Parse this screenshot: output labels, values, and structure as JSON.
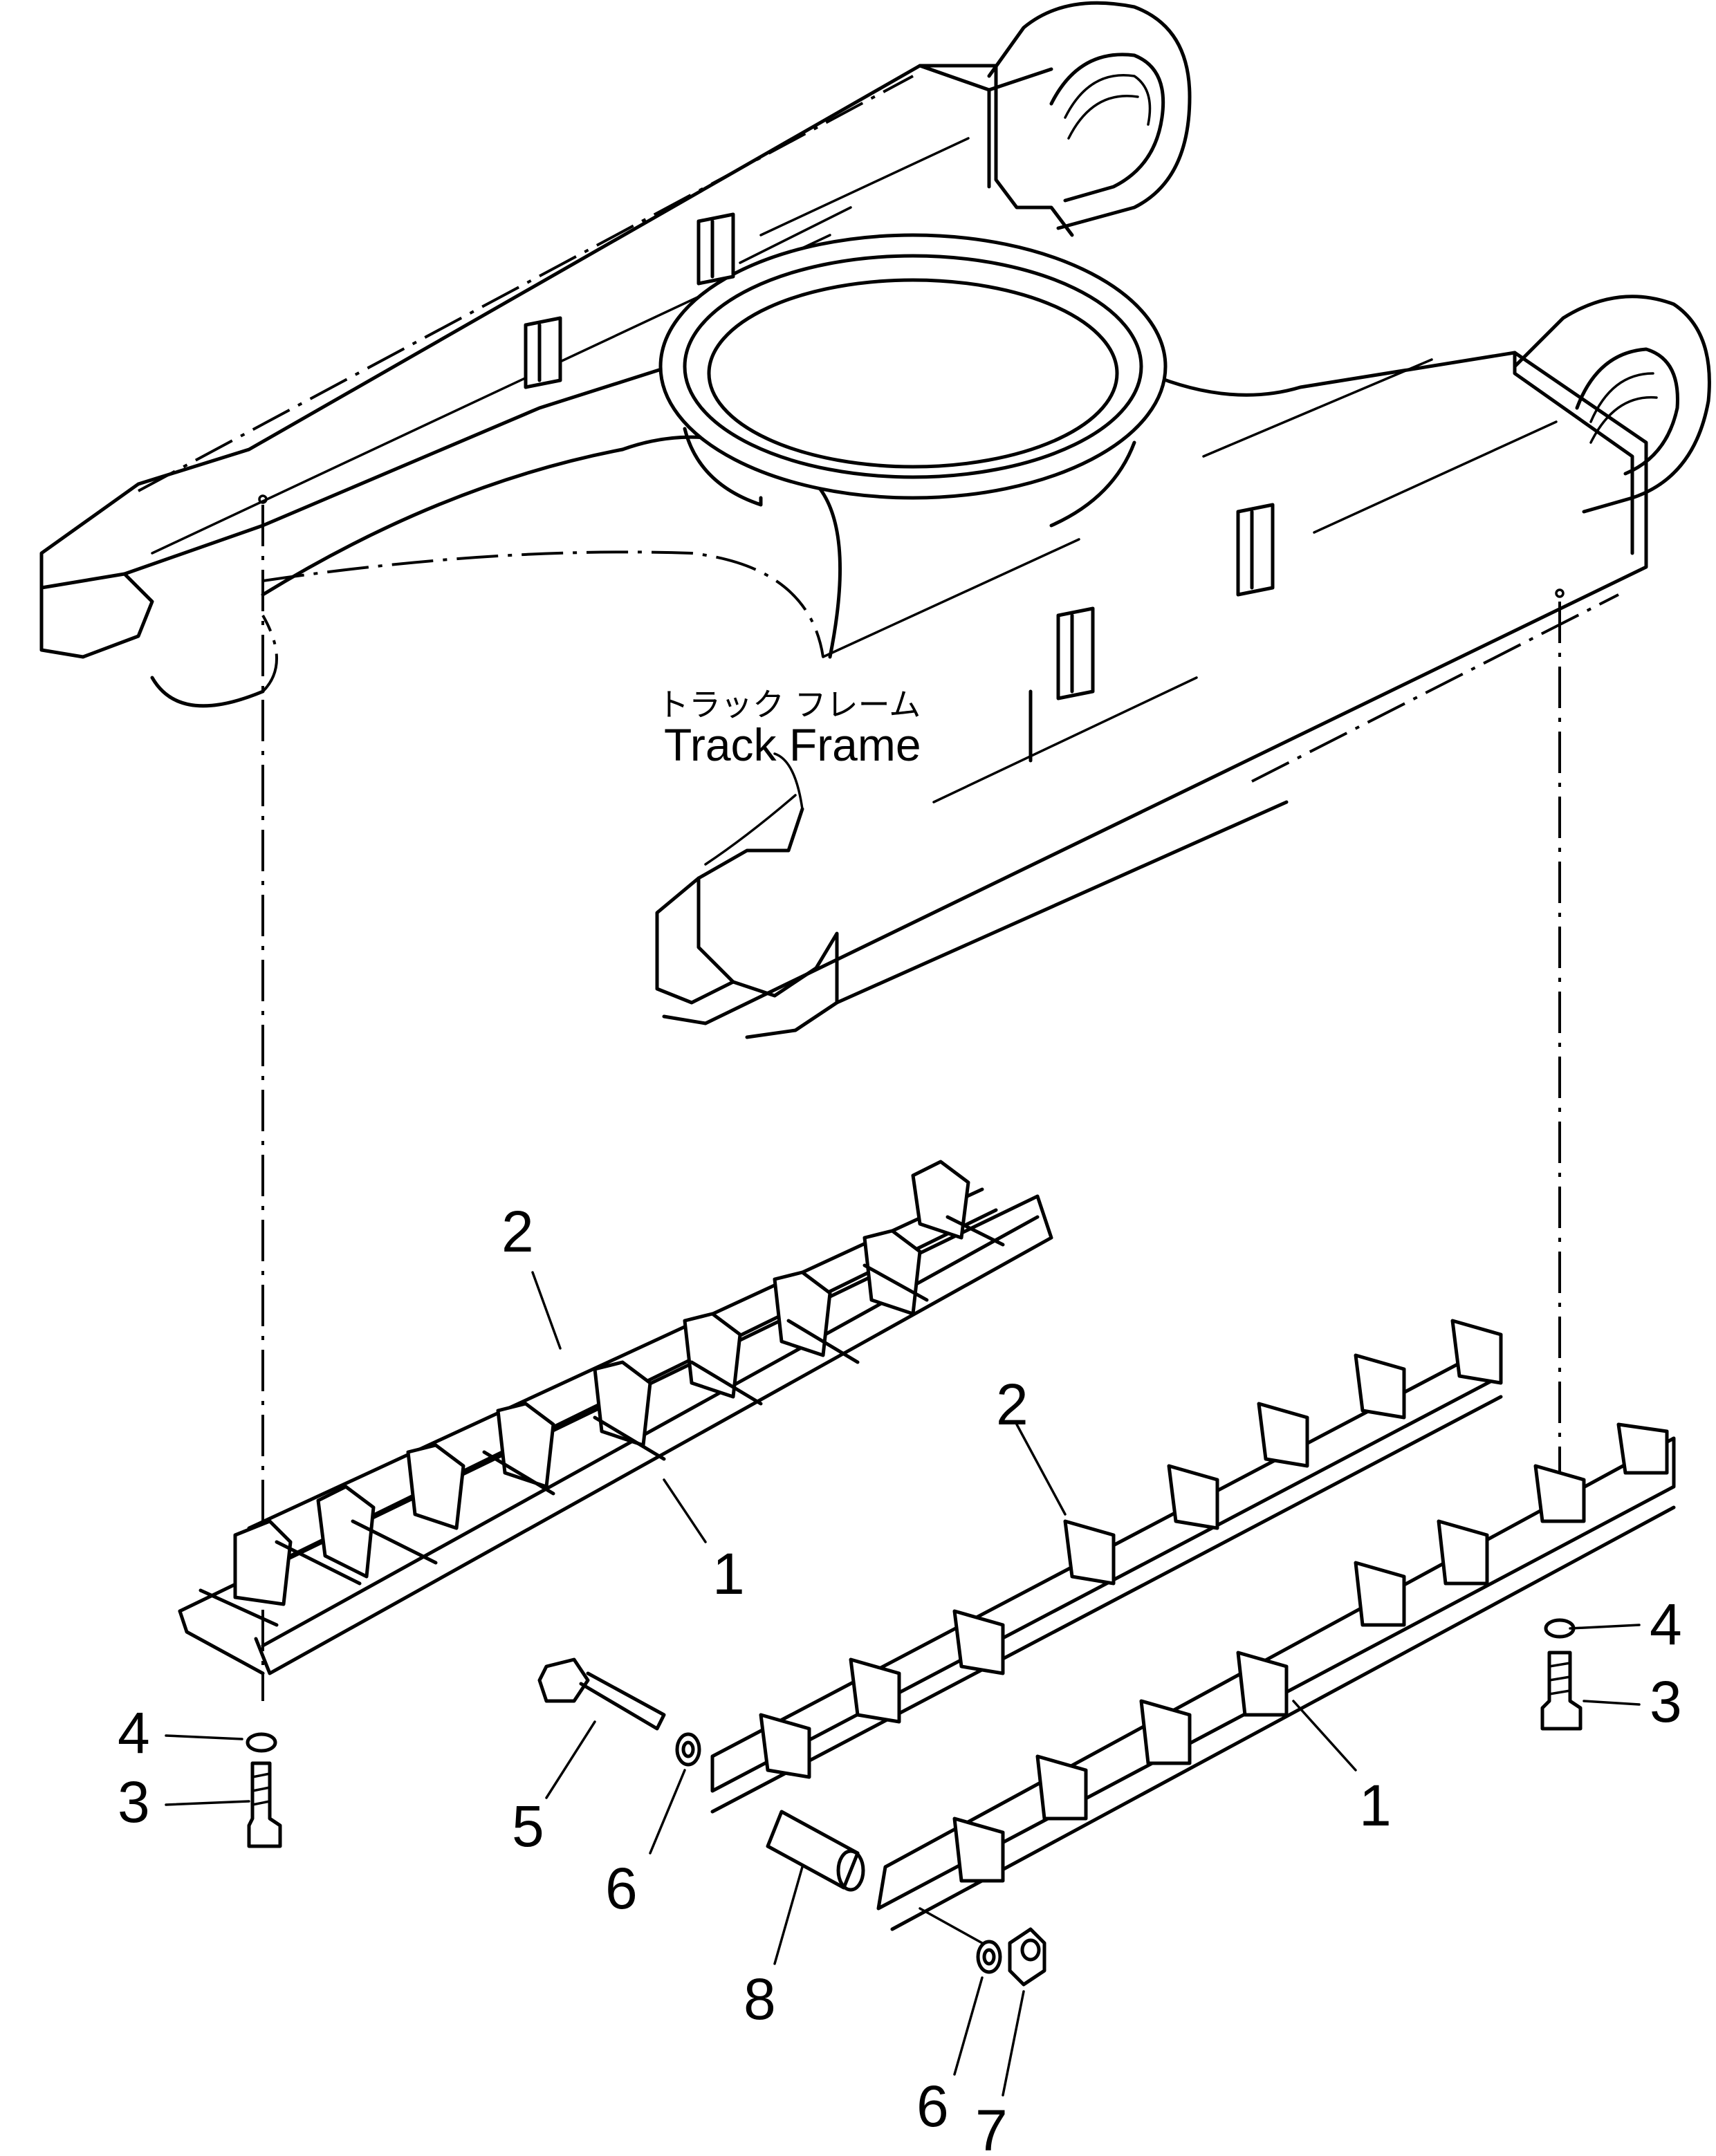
{
  "label": {
    "japanese": "トラック フレーム",
    "english": "Track Frame"
  },
  "callouts": {
    "c1a": "1",
    "c1b": "1",
    "c2a": "2",
    "c2b": "2",
    "c3a": "3",
    "c3b": "3",
    "c4a": "4",
    "c4b": "4",
    "c5": "5",
    "c6a": "6",
    "c6b": "6",
    "c7": "7",
    "c8": "8"
  }
}
